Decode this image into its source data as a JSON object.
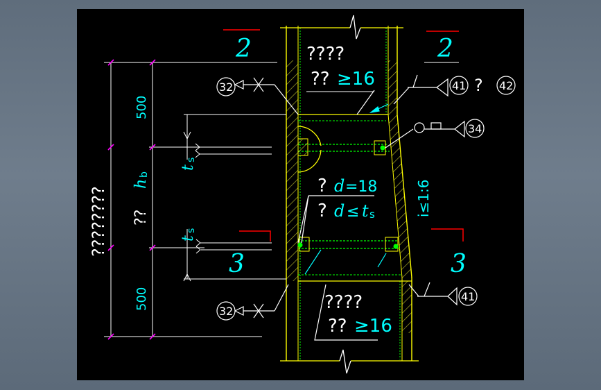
{
  "colors": {
    "background": "#000000",
    "frame": "#6b7a8a",
    "steel": "#ffff00",
    "hatch": "#b9b92a",
    "weld_dotted": "#00ff00",
    "text_white": "#ffffff",
    "text_cyan": "#00ffff",
    "dim_magenta": "#ff00ff",
    "section_mark": "#ff0000"
  },
  "labels": {
    "sec2_left": "2",
    "sec2_right": "2",
    "sec3_left": "3",
    "sec3_right": "3",
    "top_note_1": "????",
    "top_note_2": "??",
    "top_note_2b": "≥16",
    "bot_note_1": "????",
    "bot_note_2": "??",
    "bot_note_2b": "≥16",
    "weld_32_top": "32",
    "weld_32_bot": "32",
    "weld_41_top": "41",
    "weld_41_sep": "?",
    "weld_42": "42",
    "weld_34": "34",
    "weld_41_bot": "41",
    "dia_note_1a": "?",
    "dia_note_1b": "d",
    "dia_note_1c": "=18",
    "dia_note_2a": "?",
    "dia_note_2b": "d",
    "dia_note_2c": "≤",
    "dia_note_2d": "t",
    "dia_note_2e": "s",
    "slope": "i≤1:6",
    "dim_500_top": "500",
    "dim_500_bot": "500",
    "dim_hb_prefix": "??",
    "dim_hb_h": "h",
    "dim_hb_sub": "b",
    "dim_total": "????????",
    "ts_top_t": "t",
    "ts_top_s": "s",
    "ts_bot_t": "t",
    "ts_bot_s": "s"
  }
}
